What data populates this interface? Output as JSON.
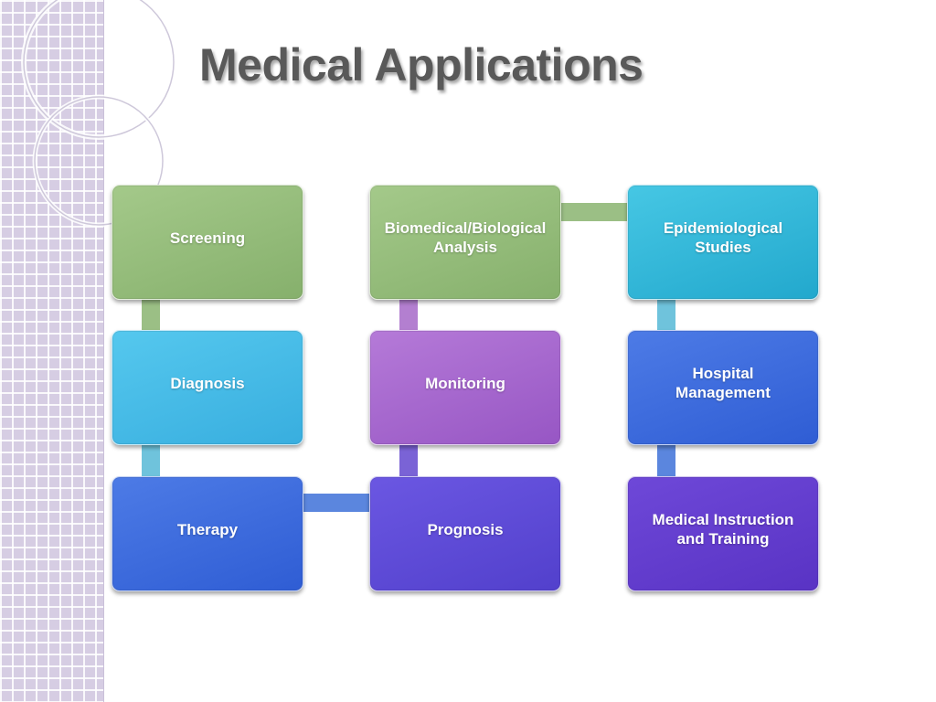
{
  "slide": {
    "title": "Medical Applications"
  },
  "diagram": {
    "nodes": [
      {
        "id": "screening",
        "label": "Screening",
        "color": "#93bb79"
      },
      {
        "id": "biomedical-analysis",
        "label": "Biomedical/Biological\nAnalysis",
        "color": "#93bb79"
      },
      {
        "id": "epidemiological-studies",
        "label": "Epidemiological\nStudies",
        "color": "#2eb8d9"
      },
      {
        "id": "diagnosis",
        "label": "Diagnosis",
        "color": "#45bce8"
      },
      {
        "id": "monitoring",
        "label": "Monitoring",
        "color": "#a466cf"
      },
      {
        "id": "hospital-management",
        "label": "Hospital\nManagement",
        "color": "#3a68dc"
      },
      {
        "id": "therapy",
        "label": "Therapy",
        "color": "#3a68dc"
      },
      {
        "id": "prognosis",
        "label": "Prognosis",
        "color": "#5e4bd7"
      },
      {
        "id": "medical-instruction-training",
        "label": "Medical Instruction\nand Training",
        "color": "#633ccd"
      }
    ],
    "connector_colors": {
      "green": "#9bbf85",
      "violet": "#b37fd0",
      "teal": "#6fc3dc",
      "blue": "#5b86de",
      "indigo": "#7a63d6"
    }
  }
}
